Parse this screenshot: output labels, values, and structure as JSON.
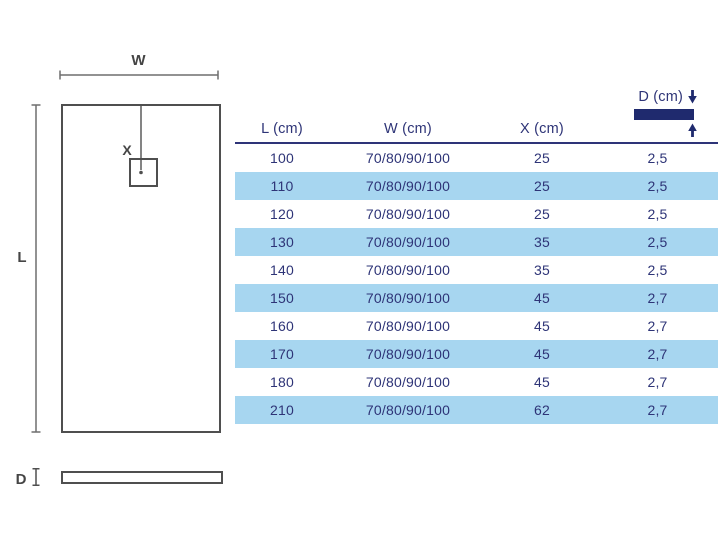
{
  "diagram": {
    "width_label": "W",
    "length_label": "L",
    "drain_offset_label": "X",
    "depth_label": "D"
  },
  "table": {
    "headers": [
      "L (cm)",
      "W (cm)",
      "X (cm)",
      "D (cm)"
    ],
    "rows": [
      [
        "100",
        "70/80/90/100",
        "25",
        "2,5"
      ],
      [
        "110",
        "70/80/90/100",
        "25",
        "2,5"
      ],
      [
        "120",
        "70/80/90/100",
        "25",
        "2,5"
      ],
      [
        "130",
        "70/80/90/100",
        "35",
        "2,5"
      ],
      [
        "140",
        "70/80/90/100",
        "35",
        "2,5"
      ],
      [
        "150",
        "70/80/90/100",
        "45",
        "2,7"
      ],
      [
        "160",
        "70/80/90/100",
        "45",
        "2,7"
      ],
      [
        "170",
        "70/80/90/100",
        "45",
        "2,7"
      ],
      [
        "180",
        "70/80/90/100",
        "45",
        "2,7"
      ],
      [
        "210",
        "70/80/90/100",
        "62",
        "2,7"
      ]
    ],
    "colors": {
      "navy_text": "#2e3477",
      "navy_bar": "#1f2a6e",
      "alt_row_blue": "#a7d6f0",
      "drawing_gray": "#4f4f4f"
    }
  }
}
